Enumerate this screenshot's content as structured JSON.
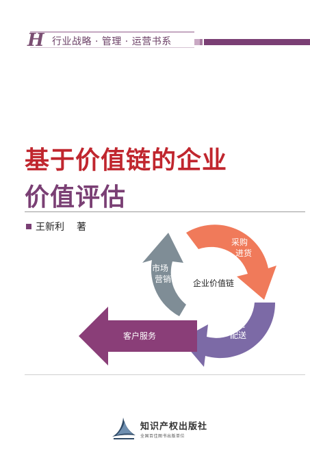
{
  "series": {
    "letter": "H",
    "text": "行业战略 · 管理 · 运营书系"
  },
  "title": {
    "line1": "基于价值链的企业",
    "line2": "价值评估"
  },
  "author": {
    "name": "王新利",
    "role": "著"
  },
  "diagram": {
    "center": "企业价值链",
    "procurement": [
      "采购",
      "进货"
    ],
    "marketing": [
      "市场",
      "营销"
    ],
    "logistics": [
      "物流",
      "配送"
    ],
    "service": "客户服务",
    "colors": {
      "procurement": "#f07a5a",
      "marketing": "#7f8d96",
      "logistics": "#7c6aa6",
      "service": "#8a3e78"
    }
  },
  "publisher": {
    "name": "知识产权出版社",
    "subtitle": "全国百佳图书出版单位"
  },
  "colors": {
    "title_red": "#c0262e",
    "accent_purple": "#7a3f74"
  }
}
